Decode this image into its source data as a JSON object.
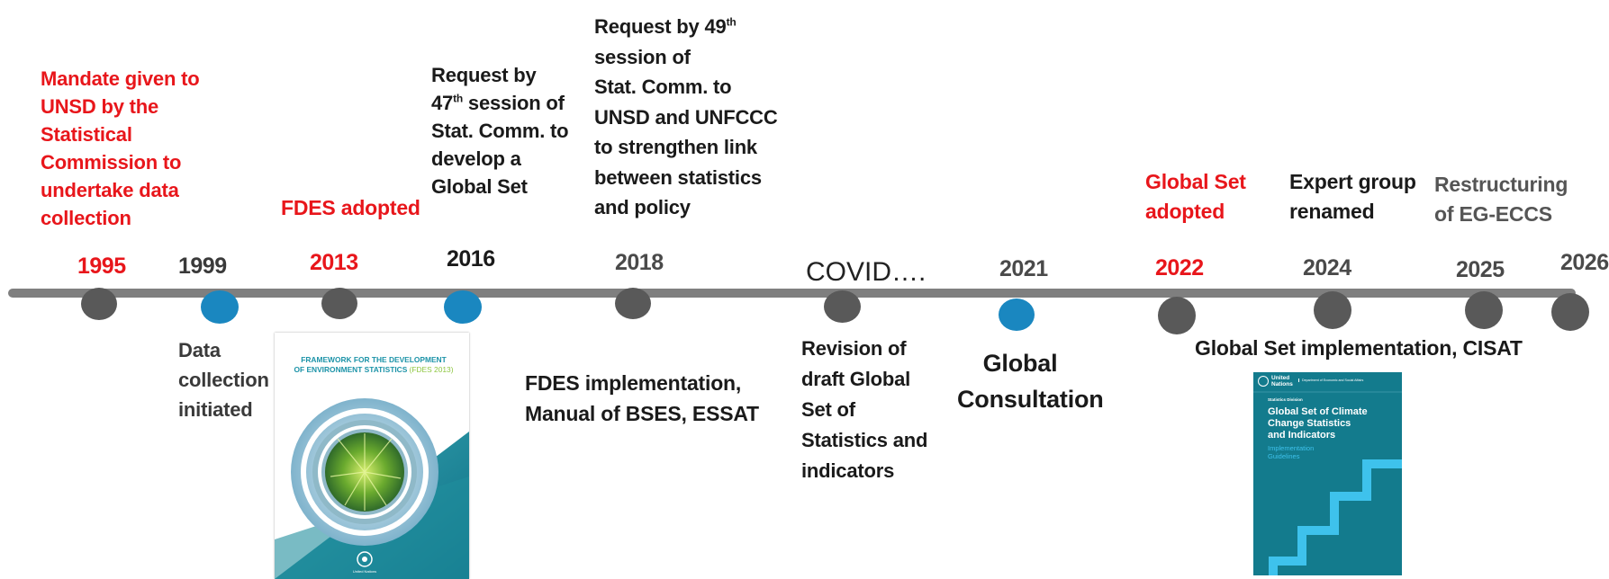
{
  "timeline": {
    "years": {
      "y1995": "1995",
      "y1999": "1999",
      "y2013": "2013",
      "y2016": "2016",
      "y2018": "2018",
      "covid": "COVID….",
      "y2021": "2021",
      "y2022": "2022",
      "y2024": "2024",
      "y2025": "2025",
      "y2026": "2026"
    },
    "colors": {
      "line": "#7f7f7f",
      "grey_dot": "#595959",
      "blue_dot": "#1a87c0",
      "highlight": "#e8161b"
    }
  },
  "events_above": {
    "mandate": [
      "Mandate given to",
      "UNSD by the",
      "Statistical",
      "Commission to",
      "undertake data",
      "collection"
    ],
    "fdes_adopted": "FDES adopted",
    "request47": {
      "line1": "Request by",
      "line2_num": "47",
      "line2_sup": "th",
      "line2_rest": " session of",
      "line3": "Stat. Comm. to",
      "line4": "develop a",
      "line5": "Global Set"
    },
    "request49": {
      "line1_text": "Request by 49",
      "line1_sup": "th",
      "line2": "session of",
      "line3": "Stat. Comm. to",
      "line4": "UNSD and UNFCCC",
      "line5": "to strengthen link",
      "line6": "between statistics",
      "line7": "and policy"
    },
    "global_set_adopted": [
      "Global Set",
      "adopted"
    ],
    "expert_group": [
      "Expert group",
      "renamed"
    ],
    "restructuring": [
      "Restructuring",
      "of EG-ECCS"
    ]
  },
  "events_below": {
    "data_collection": [
      "Data",
      "collection",
      "initiated"
    ],
    "fdes_impl": [
      "FDES implementation,",
      "Manual of BSES, ESSAT"
    ],
    "revision": [
      "Revision of",
      "draft Global",
      "Set of",
      "Statistics and",
      "indicators"
    ],
    "global_consultation": [
      "Global",
      "Consultation"
    ],
    "global_set_impl": "Global Set implementation, CISAT"
  },
  "fdes_cover": {
    "title_line1": "FRAMEWORK FOR THE DEVELOPMENT",
    "title_line2_a": "OF ENVIRONMENT STATISTICS",
    "title_line2_b": " (FDES 2013)",
    "footer": "United Nations"
  },
  "gs_cover": {
    "org_line1": "United",
    "org_line2": "Nations",
    "dept": "Department of Economic and Social Affairs",
    "division": "Statistics Division",
    "title": [
      "Global Set of Climate",
      "Change Statistics",
      "and Indicators"
    ],
    "subtitle": [
      "Implementation",
      "Guidelines"
    ]
  }
}
